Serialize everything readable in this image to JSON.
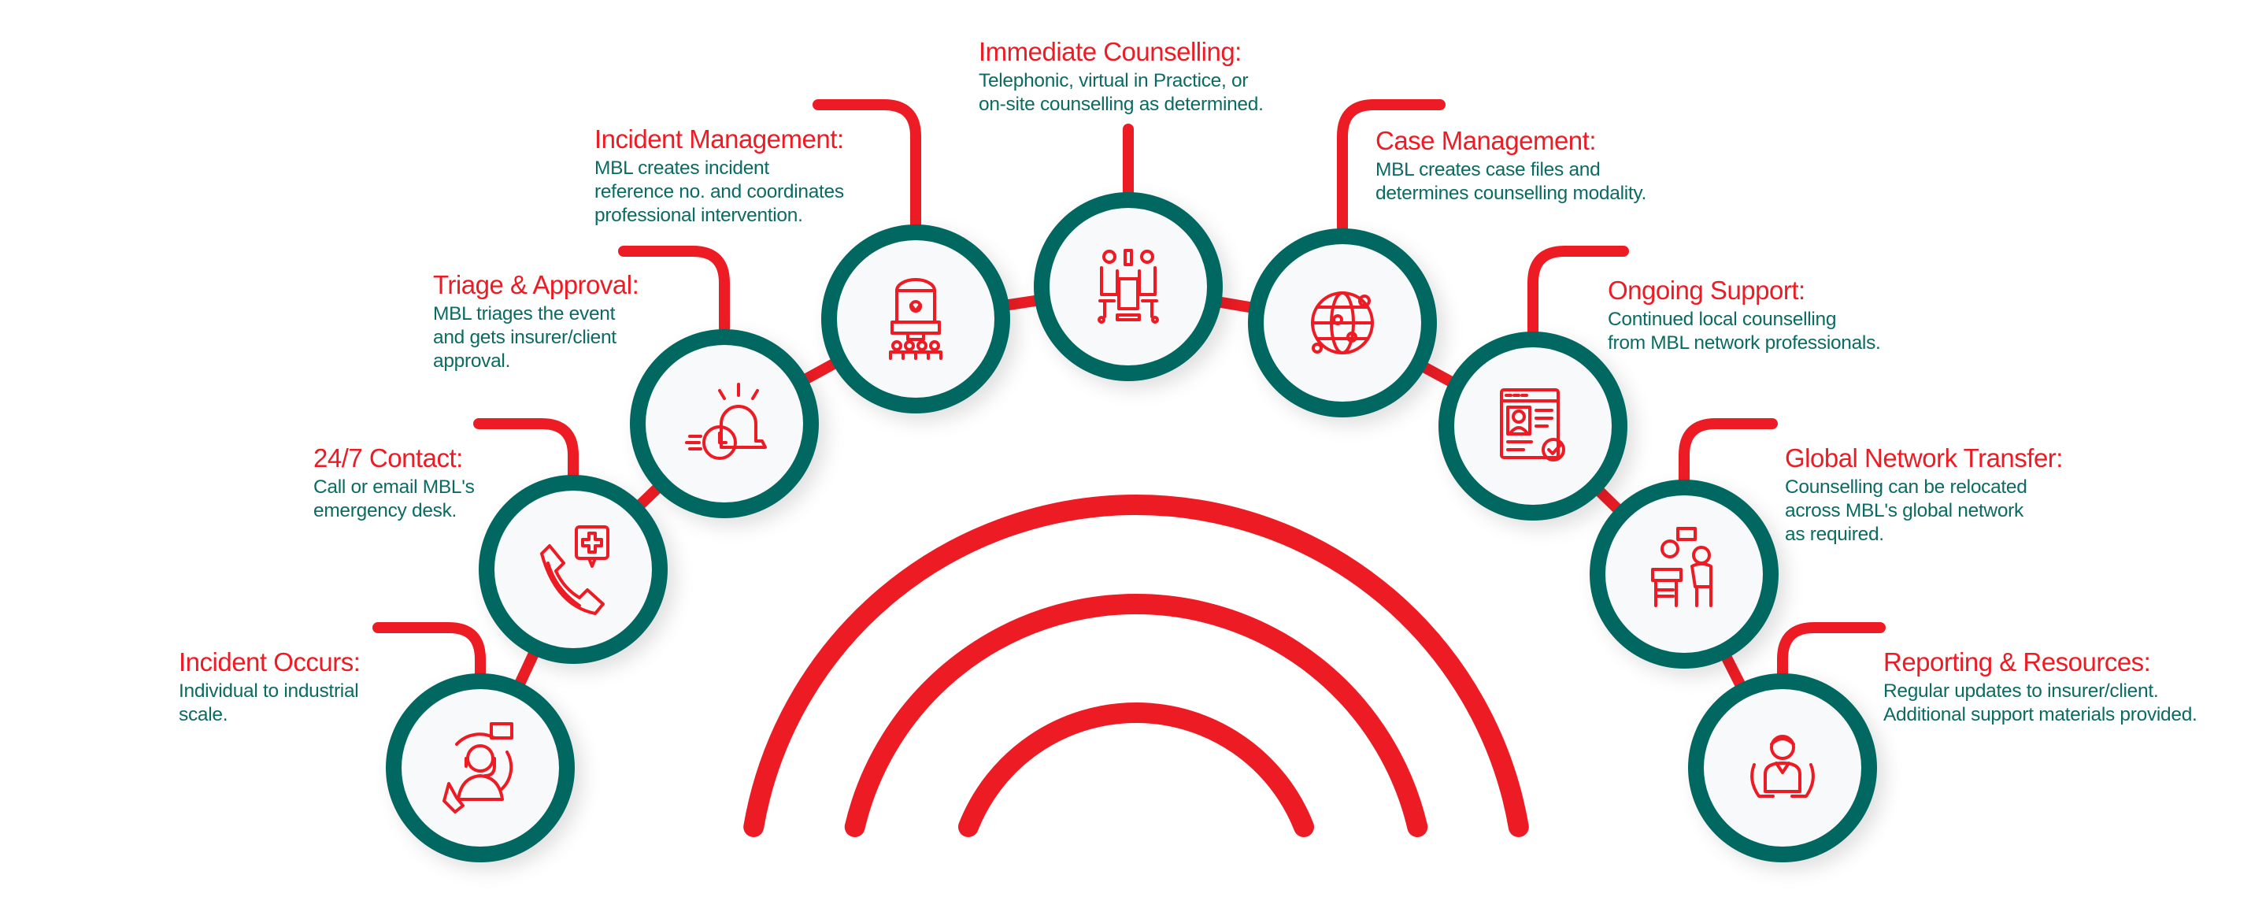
{
  "title": "MBL critical incident counselling process",
  "colors": {
    "accent": "#ED1C24",
    "teal": "#036861",
    "circle_fill": "#F8F9FA"
  },
  "steps": [
    {
      "title": "Incident Occurs:",
      "description": "Individual to industrial\nscale.",
      "icon": "call-center-agent-icon"
    },
    {
      "title": "24/7 Contact:",
      "description": "Call or email MBL's\nemergency desk.",
      "icon": "phone-medical-icon"
    },
    {
      "title": "Triage & Approval:",
      "description": "MBL triages the event\nand gets insurer/client\napproval.",
      "icon": "alarm-clock-icon"
    },
    {
      "title": "Incident Management:",
      "description": "MBL creates incident\nreference no. and coordinates\nprofessional intervention.",
      "icon": "location-kiosk-icon"
    },
    {
      "title": "Immediate Counselling:",
      "description": "Telephonic, virtual in Practice, or\non-site counselling as determined.",
      "icon": "counselling-session-icon"
    },
    {
      "title": "Case Management:",
      "description": "MBL creates case files and\ndetermines counselling modality.",
      "icon": "globe-network-icon"
    },
    {
      "title": "Ongoing Support:",
      "description": "Continued local counselling\nfrom MBL network professionals.",
      "icon": "profile-checked-icon"
    },
    {
      "title": "Global Network Transfer:",
      "description": "Counselling can be relocated\nacross MBL's global network\nas required.",
      "icon": "desk-consultation-icon"
    },
    {
      "title": "Reporting & Resources:",
      "description": "Regular updates to insurer/client.\nAdditional support materials provided.",
      "icon": "person-support-hands-icon"
    }
  ]
}
